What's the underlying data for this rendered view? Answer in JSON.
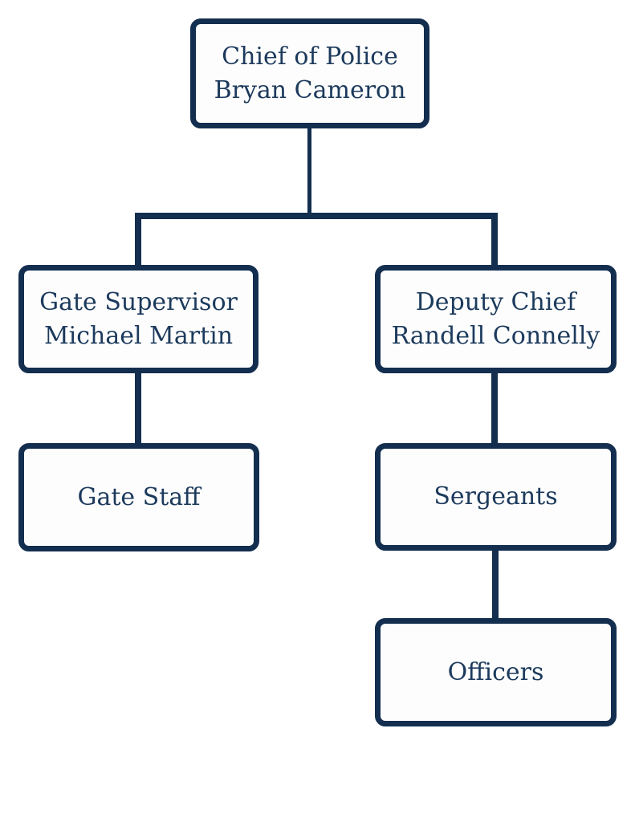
{
  "colors": {
    "line": "#132e4f",
    "border": "#132e4f",
    "text": "#1c3a5c",
    "box_fill": "#fdfdfd",
    "background": "#ffffff"
  },
  "org_chart": {
    "type": "organization-chart",
    "nodes": {
      "chief": {
        "title": "Chief of Police",
        "name": "Bryan Cameron"
      },
      "gate_supervisor": {
        "title": "Gate Supervisor",
        "name": "Michael Martin"
      },
      "deputy_chief": {
        "title": "Deputy Chief",
        "name": "Randell Connelly"
      },
      "gate_staff": {
        "title": "Gate Staff"
      },
      "sergeants": {
        "title": "Sergeants"
      },
      "officers": {
        "title": "Officers"
      }
    },
    "edges": [
      {
        "from": "Chief of Police Bryan Cameron",
        "to": "Gate Supervisor Michael Martin"
      },
      {
        "from": "Chief of Police Bryan Cameron",
        "to": "Deputy Chief Randell Connelly"
      },
      {
        "from": "Gate Supervisor Michael Martin",
        "to": "Gate Staff"
      },
      {
        "from": "Deputy Chief Randell Connelly",
        "to": "Sergeants"
      },
      {
        "from": "Sergeants",
        "to": "Officers"
      }
    ]
  }
}
